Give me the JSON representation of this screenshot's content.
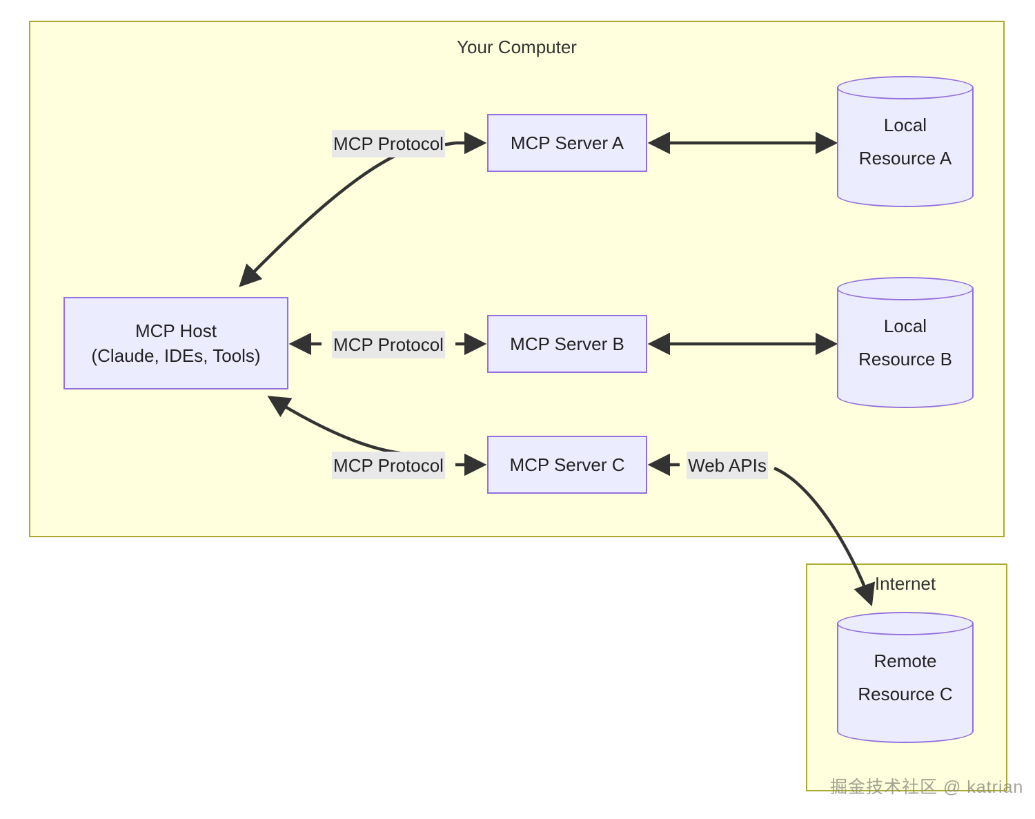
{
  "diagram": {
    "type": "flowchart",
    "colors": {
      "cluster_fill": "#ffffde",
      "cluster_border": "#aaaa33",
      "node_fill": "#ececff",
      "node_border": "#9370db",
      "edge_stroke": "#333333",
      "label_background": "#e8e8e8",
      "text": "#222222",
      "page_background": "#ffffff"
    },
    "clusters": [
      {
        "id": "your-computer",
        "title": "Your Computer"
      },
      {
        "id": "internet",
        "title": "Internet"
      }
    ],
    "nodes": [
      {
        "id": "mcp-host",
        "shape": "rect",
        "line1": "MCP Host",
        "line2": "(Claude, IDEs, Tools)"
      },
      {
        "id": "mcp-server-a",
        "shape": "rect",
        "line1": "MCP Server A",
        "line2": ""
      },
      {
        "id": "mcp-server-b",
        "shape": "rect",
        "line1": "MCP Server B",
        "line2": ""
      },
      {
        "id": "mcp-server-c",
        "shape": "rect",
        "line1": "MCP Server C",
        "line2": ""
      },
      {
        "id": "local-resource-a",
        "shape": "cylinder",
        "line1": "Local",
        "line2": "Resource A"
      },
      {
        "id": "local-resource-b",
        "shape": "cylinder",
        "line1": "Local",
        "line2": "Resource B"
      },
      {
        "id": "remote-resource-c",
        "shape": "cylinder",
        "line1": "Remote",
        "line2": "Resource C"
      }
    ],
    "edges": [
      {
        "id": "host-to-server-a",
        "from": "mcp-host",
        "to": "mcp-server-a",
        "label": "MCP Protocol",
        "direction": "forward",
        "style": "curved"
      },
      {
        "id": "host-to-server-b",
        "from": "mcp-host",
        "to": "mcp-server-b",
        "label": "MCP Protocol",
        "direction": "both",
        "style": "straight"
      },
      {
        "id": "host-to-server-c",
        "from": "mcp-host",
        "to": "mcp-server-c",
        "label": "MCP Protocol",
        "direction": "both",
        "style": "curved"
      },
      {
        "id": "server-a-to-resource-a",
        "from": "mcp-server-a",
        "to": "local-resource-a",
        "label": "",
        "direction": "both",
        "style": "straight"
      },
      {
        "id": "server-b-to-resource-b",
        "from": "mcp-server-b",
        "to": "local-resource-b",
        "label": "",
        "direction": "both",
        "style": "straight"
      },
      {
        "id": "server-c-to-remote-c",
        "from": "mcp-server-c",
        "to": "remote-resource-c",
        "label": "Web APIs",
        "direction": "both",
        "style": "curved"
      }
    ]
  },
  "watermark": {
    "text": "掘金技术社区 @ katrian"
  }
}
